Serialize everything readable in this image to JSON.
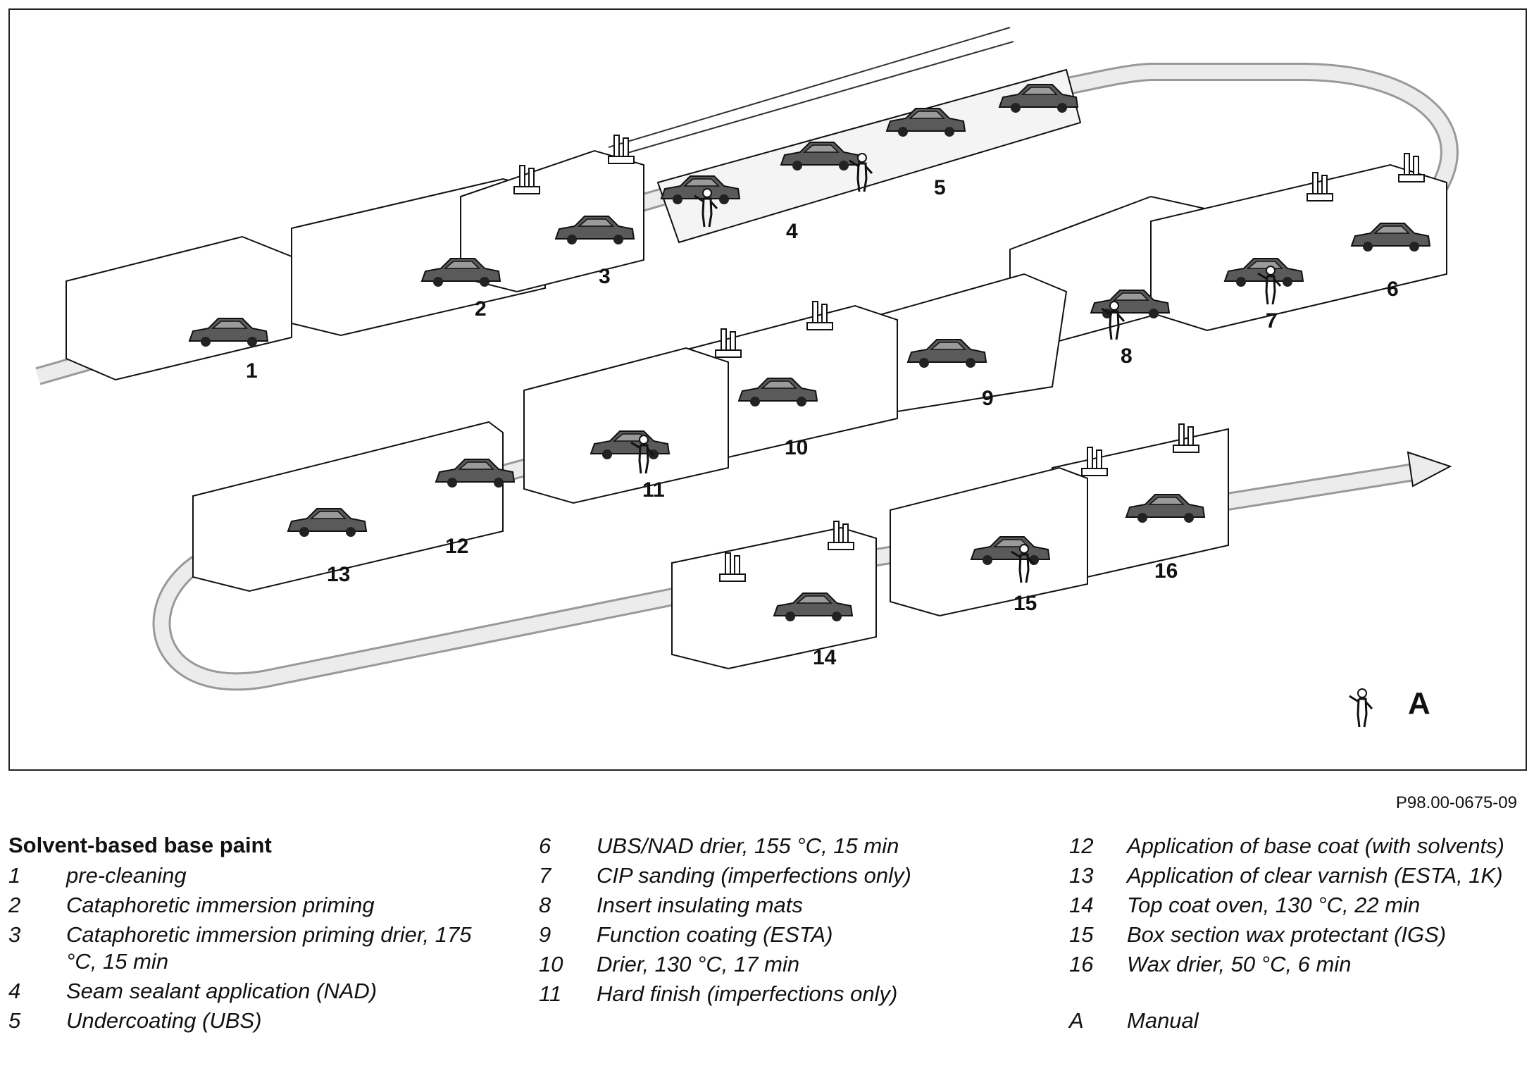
{
  "diagram": {
    "station_numbers": [
      "1",
      "2",
      "3",
      "4",
      "5",
      "6",
      "7",
      "8",
      "9",
      "10",
      "11",
      "12",
      "13",
      "14",
      "15",
      "16"
    ],
    "manual_marker": "A"
  },
  "reference": "P98.00-0675-09",
  "legend": {
    "title": "Solvent-based base paint",
    "col1": [
      {
        "k": "1",
        "v": "pre-cleaning"
      },
      {
        "k": "2",
        "v": "Cataphoretic immersion priming"
      },
      {
        "k": "3",
        "v": "Cataphoretic immersion priming drier, 175 °C, 15 min"
      },
      {
        "k": "4",
        "v": "Seam sealant application (NAD)"
      },
      {
        "k": "5",
        "v": "Undercoating (UBS)"
      }
    ],
    "col2": [
      {
        "k": "6",
        "v": "UBS/NAD drier, 155 °C, 15 min"
      },
      {
        "k": "7",
        "v": "CIP sanding (imperfections only)"
      },
      {
        "k": "8",
        "v": "Insert insulating mats"
      },
      {
        "k": "9",
        "v": "Function coating (ESTA)"
      },
      {
        "k": "10",
        "v": "Drier, 130 °C, 17 min"
      },
      {
        "k": "11",
        "v": "Hard finish (imperfections only)"
      }
    ],
    "col3": [
      {
        "k": "12",
        "v": "Application of base coat (with solvents)"
      },
      {
        "k": "13",
        "v": "Application of clear varnish (ESTA, 1K)"
      },
      {
        "k": "14",
        "v": "Top coat oven, 130 °C, 22 min"
      },
      {
        "k": "15",
        "v": "Box section wax protectant (IGS)"
      },
      {
        "k": "16",
        "v": "Wax drier, 50 °C, 6 min"
      },
      {
        "k": "A",
        "v": "Manual"
      }
    ]
  }
}
